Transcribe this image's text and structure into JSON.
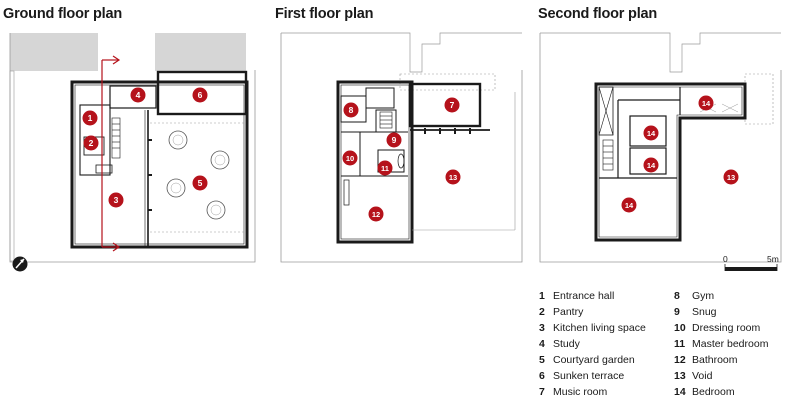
{
  "titles": {
    "ground": "Ground floor plan",
    "first": "First floor plan",
    "second": "Second floor plan"
  },
  "scale": {
    "start": "0",
    "end": "5m"
  },
  "legend": [
    {
      "num": "1",
      "label": "Entrance hall"
    },
    {
      "num": "2",
      "label": "Pantry"
    },
    {
      "num": "3",
      "label": "Kitchen living space"
    },
    {
      "num": "4",
      "label": "Study"
    },
    {
      "num": "5",
      "label": "Courtyard garden"
    },
    {
      "num": "6",
      "label": "Sunken terrace"
    },
    {
      "num": "7",
      "label": "Music room"
    },
    {
      "num": "8",
      "label": "Gym"
    },
    {
      "num": "9",
      "label": "Snug"
    },
    {
      "num": "10",
      "label": "Dressing room"
    },
    {
      "num": "11",
      "label": "Master bedroom"
    },
    {
      "num": "12",
      "label": "Bathroom"
    },
    {
      "num": "13",
      "label": "Void"
    },
    {
      "num": "14",
      "label": "Bedroom"
    }
  ],
  "markers": {
    "ground": [
      "1",
      "2",
      "3",
      "4",
      "5",
      "6"
    ],
    "first": [
      "7",
      "8",
      "9",
      "10",
      "11",
      "12",
      "13"
    ],
    "second": [
      "14",
      "14",
      "14",
      "14",
      "13"
    ]
  },
  "colors": {
    "marker": "#b5121b",
    "wall": "#1a1a1a",
    "neighbour": "#d6d6d6",
    "line": "#9a9a9a"
  },
  "icons": {
    "north": "north-arrow-icon"
  }
}
